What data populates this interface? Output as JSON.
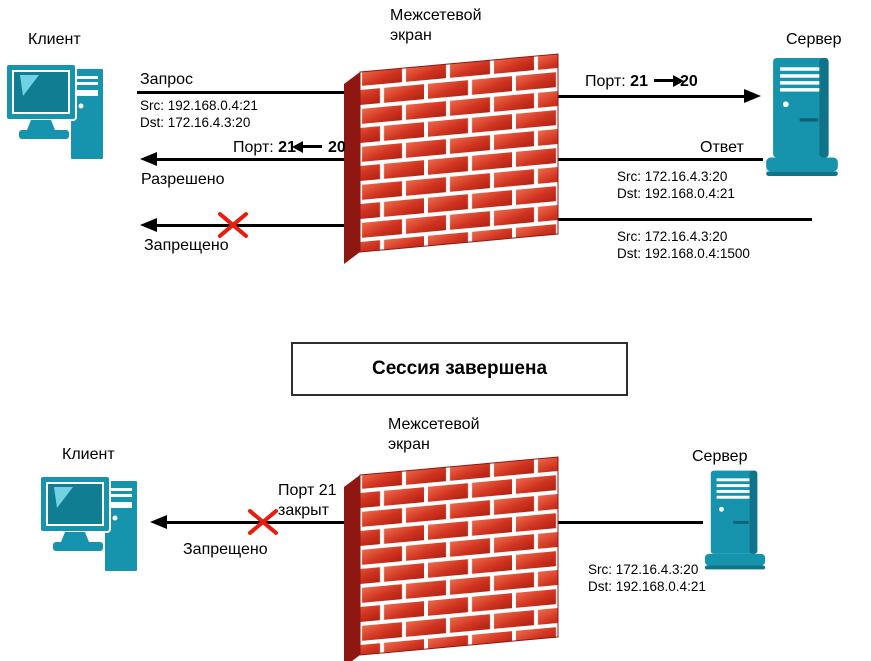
{
  "colors": {
    "device_teal": "#1794ad",
    "brick_red": "#cf2b1d",
    "brick_dark_side": "#8e1712",
    "cross_red": "#ea1c0d"
  },
  "top": {
    "client_label": "Клиент",
    "firewall_label": {
      "line1": "Межсетевой",
      "line2": "экран"
    },
    "server_label": "Сервер",
    "request_label": "Запрос",
    "request_src": "Src: 192.168.0.4:21",
    "request_dst": "Dst: 172.16.4.3:20",
    "port_right": {
      "prefix": "Порт:",
      "a": "21",
      "b": "20"
    },
    "port_left": {
      "prefix": "Порт:",
      "a": "21",
      "b": "20"
    },
    "response_label": "Ответ",
    "response_src": "Src: 172.16.4.3:20",
    "response_dst": "Dst: 192.168.0.4:21",
    "allowed_label": "Разрешено",
    "blocked_label": "Запрещено",
    "blocked_src": "Src: 172.16.4.3:20",
    "blocked_dst": "Dst: 192.168.0.4:1500"
  },
  "banner": {
    "text": "Сессия завершена"
  },
  "bottom": {
    "client_label": "Клиент",
    "firewall_label": {
      "line1": "Межсетевой",
      "line2": "экран"
    },
    "server_label": "Сервер",
    "port_closed": {
      "line1": "Порт 21",
      "line2": "закрыт"
    },
    "blocked_label": "Запрещено",
    "src": "Src: 172.16.4.3:20",
    "dst": "Dst: 192.168.0.4:21"
  }
}
